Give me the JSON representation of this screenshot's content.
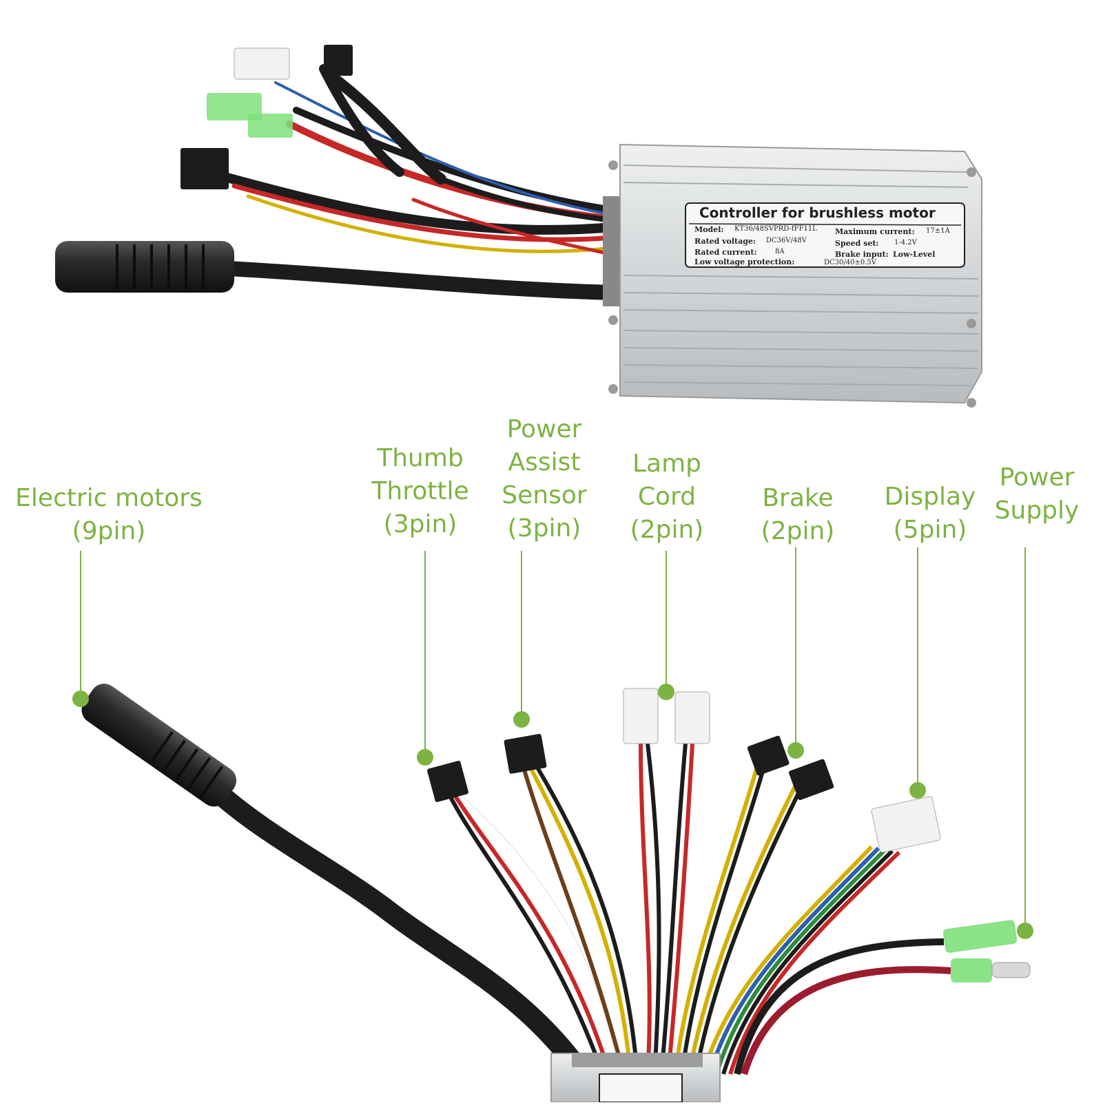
{
  "plate": {
    "title": "Controller for brushless motor",
    "model_label": "Model:",
    "model_value": "KT36/48SVPRD-fFF11L",
    "voltage_label": "Rated voltage:",
    "voltage_value": "DC36V/48V",
    "current_label": "Rated current:",
    "current_value": "8A",
    "lowv_label": "Low voltage protection:",
    "lowv_value": "DC30/40±0.5V",
    "maxcur_label": "Maximum current:",
    "maxcur_value": "17±1A",
    "speed_label": "Speed set:",
    "speed_value": "1-4.2V",
    "brake_label": "Brake input:",
    "brake_value": "Low-Level"
  },
  "labels": [
    {
      "id": "motor",
      "lines": [
        "Electric motors",
        "(9pin)"
      ]
    },
    {
      "id": "throttle",
      "lines": [
        "Thumb",
        "Throttle",
        "(3pin)"
      ]
    },
    {
      "id": "pas",
      "lines": [
        "Power",
        "Assist",
        "Sensor",
        "(3pin)"
      ]
    },
    {
      "id": "lamp",
      "lines": [
        "Lamp",
        "Cord",
        "(2pin)"
      ]
    },
    {
      "id": "brake",
      "lines": [
        "Brake",
        "(2pin)"
      ]
    },
    {
      "id": "display",
      "lines": [
        "Display",
        "(5pin)"
      ]
    },
    {
      "id": "power",
      "lines": [
        "Power",
        "Supply"
      ]
    }
  ],
  "colors": {
    "label_green": "#7cb342",
    "aluminum": "#d4d6d8",
    "cable_black": "#1c1c1c",
    "wire_red": "#c62828",
    "wire_yellow": "#d4b000",
    "wire_blue": "#2c5fb0",
    "wire_green": "#2e8b3a",
    "connector_white": "#f2f2f2",
    "terminal_green": "#7de07a"
  }
}
